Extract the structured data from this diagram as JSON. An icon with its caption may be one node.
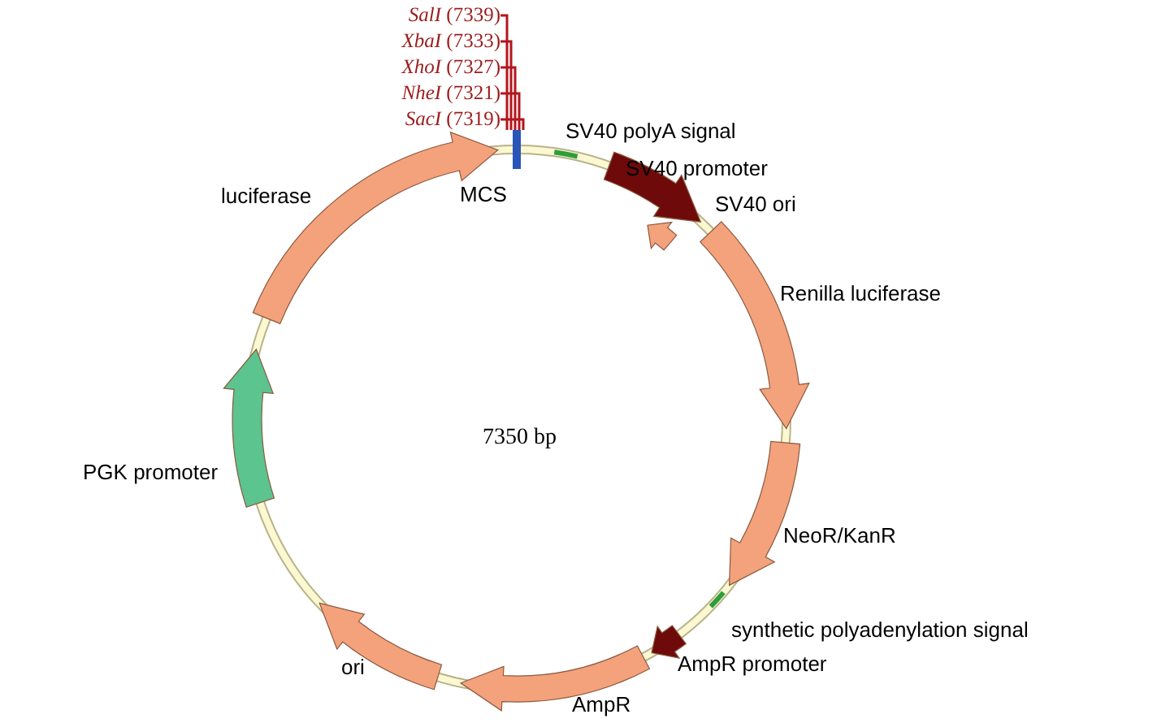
{
  "diagram": {
    "nodes": [
      {
        "text": [
          "*SalI* (7339)"
        ]
      },
      {
        "text": [
          "*XbaI* (7333)"
        ]
      },
      {
        "text": [
          "*XhoI* (7327)"
        ]
      },
      {
        "text": [
          "*NheI* (7321)"
        ]
      },
      {
        "text": [
          "*SacI* (7319)"
        ]
      },
      {
        "text": [],
        "shape": "bar"
      }
    ],
    "edges": [
      {
        "from": 0,
        "to": 5,
        "arrow": "none"
      },
      {
        "from": 1,
        "to": 5,
        "arrow": "none"
      },
      {
        "from": 2,
        "to": 5,
        "arrow": "none"
      },
      {
        "from": 3,
        "to": 5,
        "arrow": "none"
      },
      {
        "from": 4,
        "to": 5,
        "arrow": "none"
      }
    ],
    "labels": [
      "SV40 polyA signal",
      "SV40 promoter",
      "SV40 ori",
      "luciferase",
      "MCS",
      "Renilla luciferase",
      "7350 bp",
      "PGK promoter",
      "NeoR/KanR",
      "synthetic polyadenylation signal",
      "AmpR promoter",
      "ori",
      "AmpR"
    ]
  }
}
